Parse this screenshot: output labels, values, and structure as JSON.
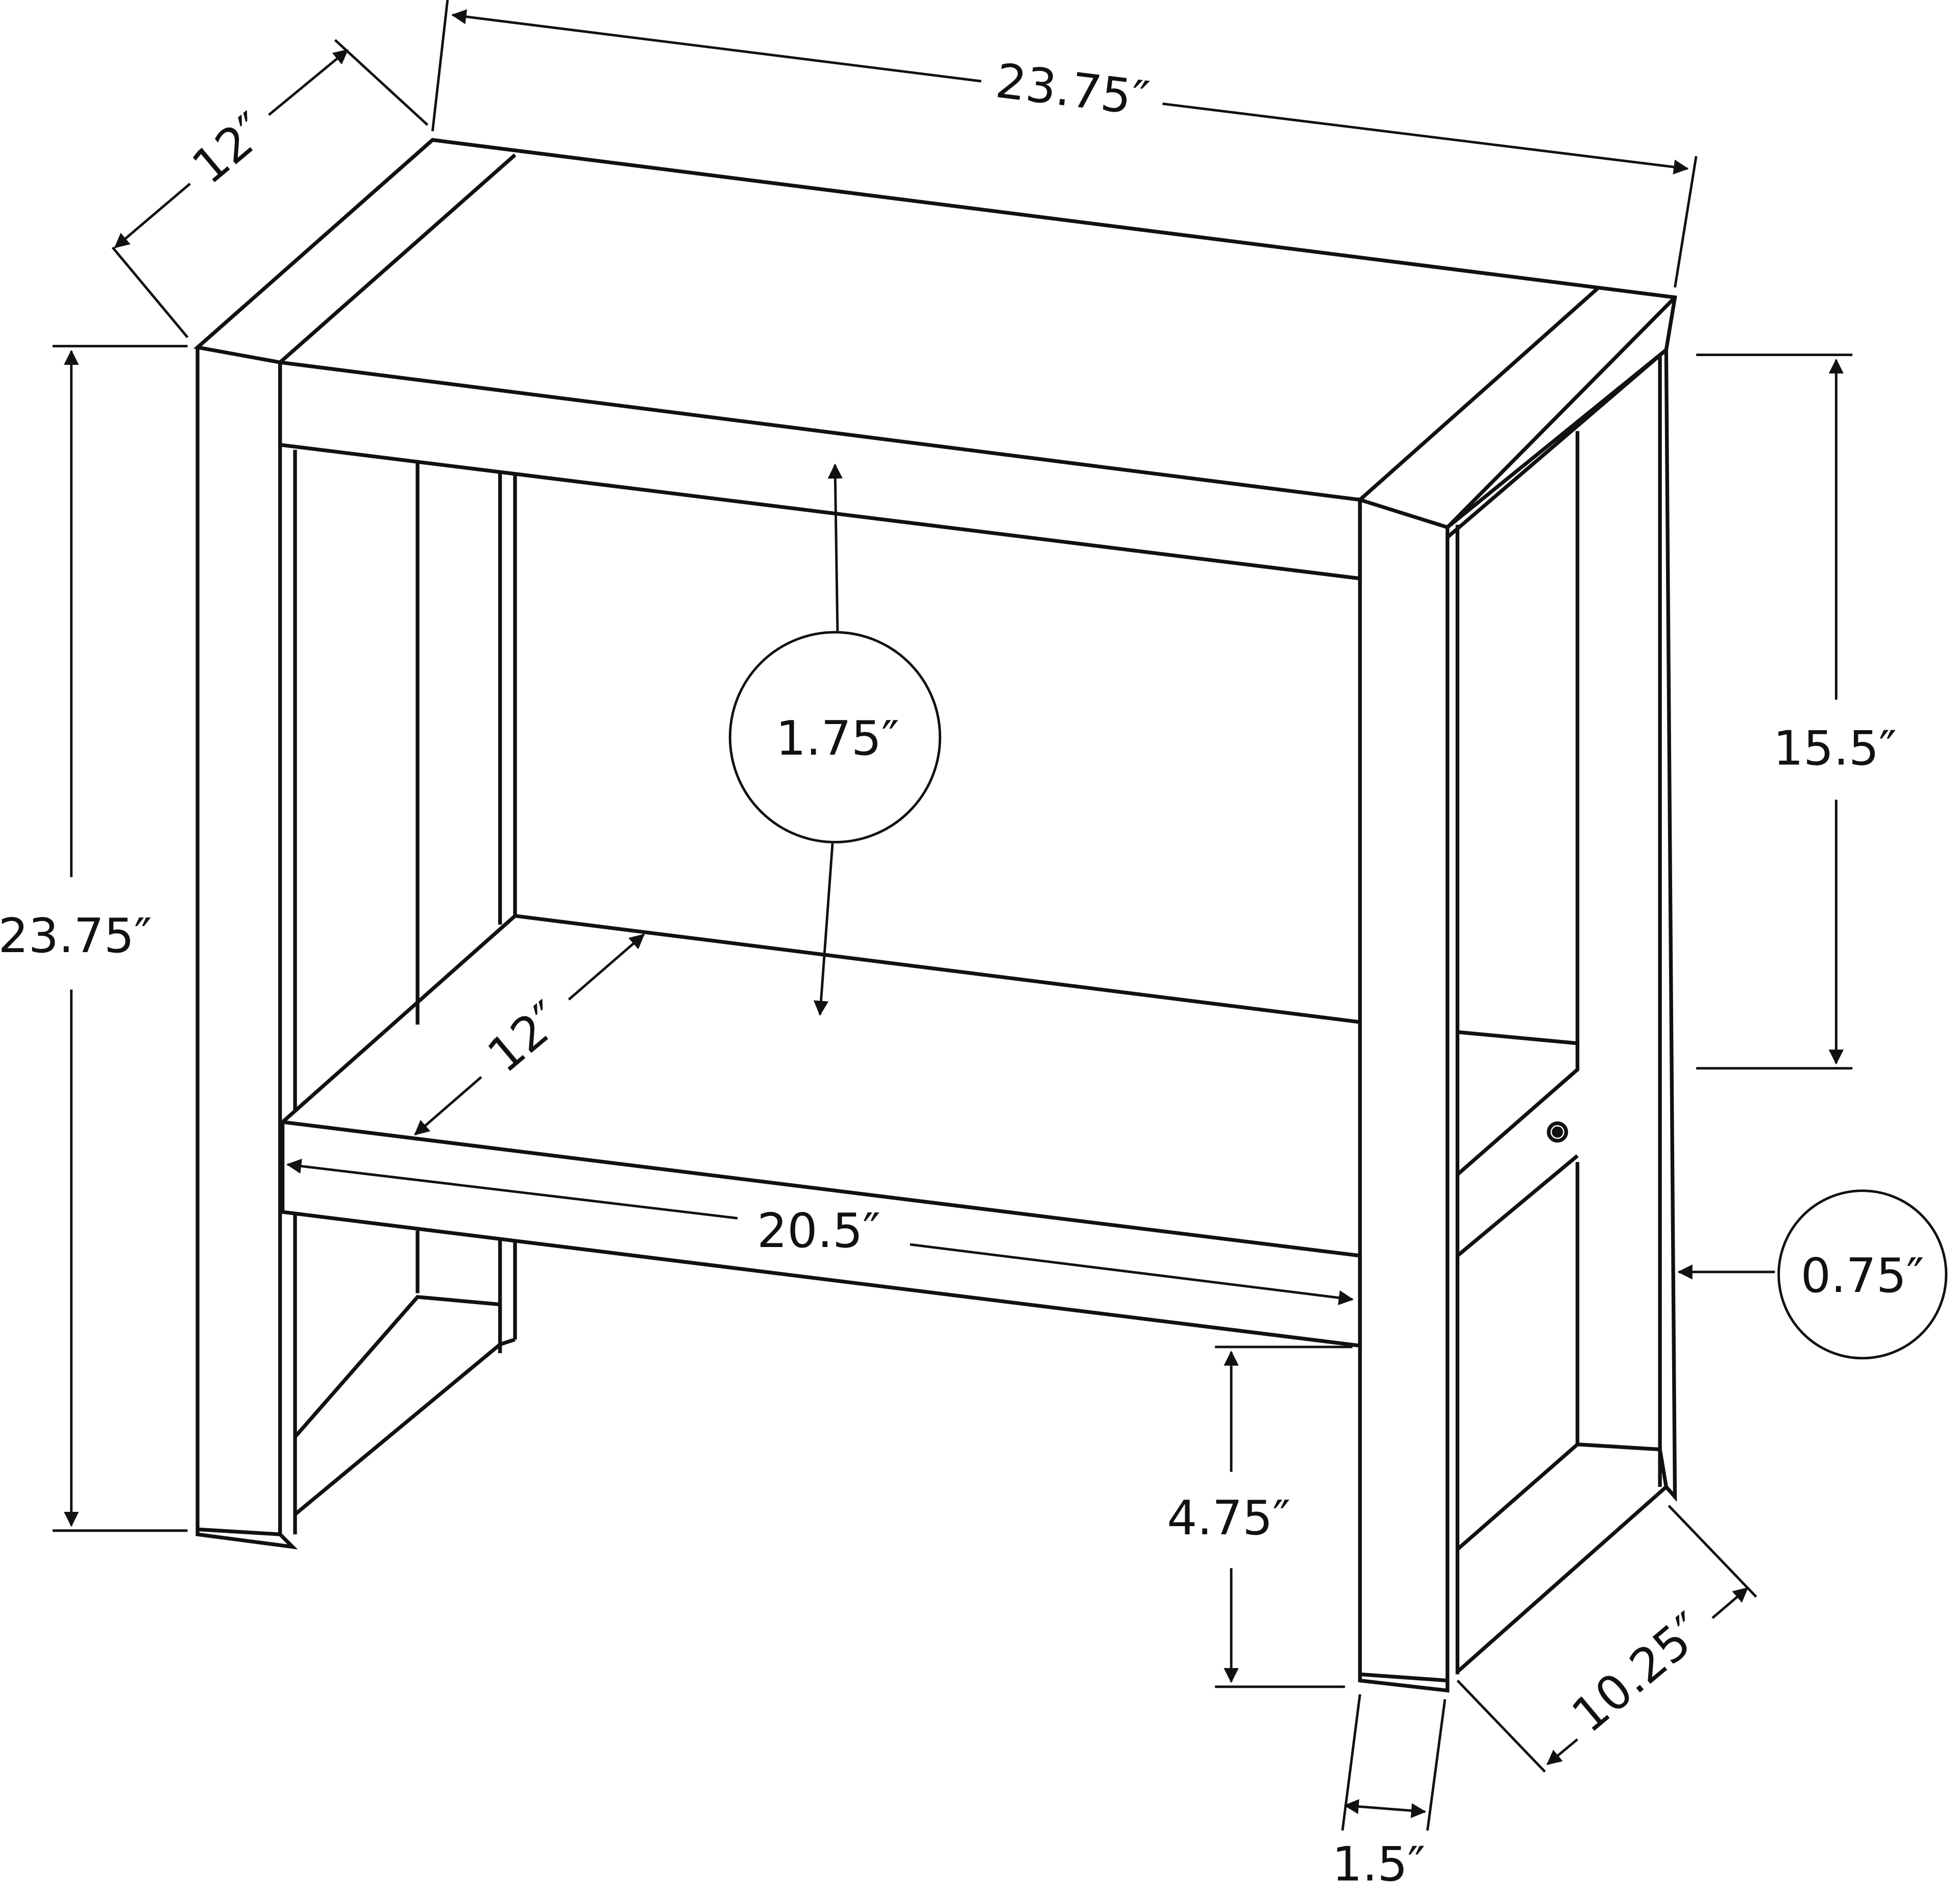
{
  "colors": {
    "line": "#111111",
    "background": "#ffffff"
  },
  "dimensions": {
    "width_top": "23.75″",
    "depth_top": "12″",
    "height_total": "23.75″",
    "clearance_between_shelves": "15.5″",
    "top_thickness": "1.75″",
    "shelf_depth": "12″",
    "shelf_width": "20.5″",
    "side_panel_thickness": "0.75″",
    "floor_clearance": "4.75″",
    "leg_width": "1.5″",
    "base_depth": "10.25″"
  }
}
